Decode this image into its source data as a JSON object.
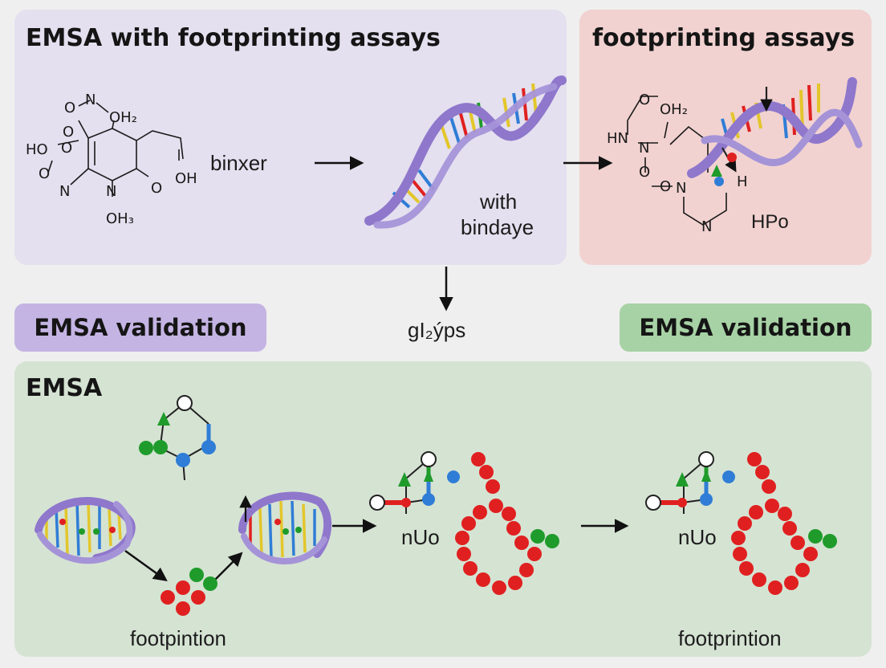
{
  "panels": {
    "top_left": {
      "title": "EMSA with footprinting assays",
      "molecule_label": "binxer",
      "dna_label": "with\nbindaye"
    },
    "top_right": {
      "title": "footprinting assays",
      "label": "HPo"
    },
    "bottom": {
      "title": "EMSA"
    }
  },
  "middle": {
    "left_pill": "EMSA  validation",
    "center_label": "gI₂ýps",
    "right_pill": "EMSA validation"
  },
  "bottom_labels": {
    "footprint_left": "footpintion",
    "nuo_1": "nUo",
    "nuo_2": "nUo",
    "footprint_right": "footprintion"
  },
  "chem_labels": {
    "left": [
      "O",
      "N",
      "OH₂",
      "O",
      "HO",
      "O",
      "O",
      "N",
      "N",
      "O",
      "OH",
      "OH₃"
    ],
    "right": [
      "O",
      "OH₂",
      "HN",
      "N",
      "O",
      "O",
      "N",
      "N",
      "H"
    ]
  },
  "colors": {
    "panel_lavender": "#e4e0ef",
    "panel_pink": "#f1d2d0",
    "panel_green": "#d5e3d3",
    "pill_purple": "#c4b4e3",
    "pill_green": "#a7d2a5",
    "ribbon": "#8f77cc",
    "base_red": "#e02020",
    "base_yellow": "#e3c62b",
    "base_blue": "#2f7dd6",
    "base_green": "#1f9b2b"
  }
}
